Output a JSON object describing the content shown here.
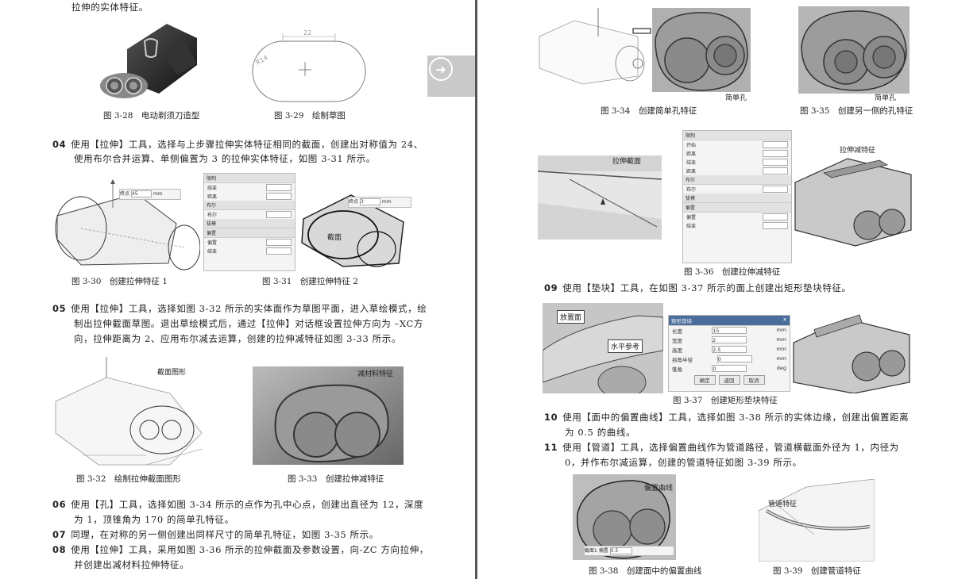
{
  "left": {
    "top_line": "拉伸的实体特征。",
    "fig_3_28": "图 3-28　电动剃须刀造型",
    "fig_3_29": "图 3-29　绘制草图",
    "sketch_dim_22": "22",
    "sketch_dim_r": "R14",
    "step04_num": "04",
    "step04_l1": "使用【拉伸】工具，选择与上步骤拉伸实体特征相同的截面，创建出对称值为 24、",
    "step04_l2": "使用布尔合并运算、单侧偏置为 3 的拉伸实体特征，如图 3-31 所示。",
    "fig_3_30": "图 3-30　创建拉伸特征 1",
    "fig_3_31": "图 3-31　创建拉伸特征 2",
    "callout_end_label": "终点",
    "callout_end_value": "45",
    "callout_end2_value": "3",
    "callout_unit": "mm",
    "label_jiemian": "截面",
    "step05_num": "05",
    "step05_l1": "使用【拉伸】工具，选择如图 3-32 所示的实体面作为草图平面，进入草绘模式，绘",
    "step05_l2": "制出拉伸截面草图。退出草绘模式后，通过【拉伸】对话框设置拉伸方向为 –XC方",
    "step05_l3": "向，拉伸距离为 2、应用布尔减去运算，创建的拉伸减特征如图 3-33 所示。",
    "label_section_shape": "截面图形",
    "label_reduce_material": "减材料特征",
    "fig_3_32": "图 3-32　绘制拉伸截面图形",
    "fig_3_33": "图 3-33　创建拉伸减特征",
    "step06_num": "06",
    "step06_l1": "使用【孔】工具，选择如图 3-34 所示的点作为孔中心点，创建出直径为 12，深度",
    "step06_l2": "为 1，顶锥角为 170 的简单孔特征。",
    "step07_num": "07",
    "step07_l1": "同理，在对称的另一侧创建出同样尺寸的简单孔特征，如图 3-35 所示。",
    "step08_num": "08",
    "step08_l1": "使用【拉伸】工具，采用如图 3-36 所示的拉伸截面及参数设置，向-ZC 方向拉伸，",
    "step08_l2": "并创建出减材料拉伸特征。"
  },
  "right": {
    "label_simple_hole_1": "简单孔",
    "label_simple_hole_2": "简单孔",
    "fig_3_34": "图 3-34　创建简单孔特征",
    "fig_3_35": "图 3-35　创建另一侧的孔特征",
    "label_extrude_section": "拉伸截面",
    "label_extrude_reduce": "拉伸减特征",
    "fig_3_36": "图 3-36　创建拉伸减特征",
    "step09_num": "09",
    "step09_l1": "使用【垫块】工具，在如图 3-37 所示的面上创建出矩形垫块特征。",
    "label_place_face": "放置面",
    "label_horizontal_ref": "水平参考",
    "dialog_title": "矩形垫块",
    "dialog_rows": [
      {
        "label": "长度",
        "value": "15",
        "unit": "mm"
      },
      {
        "label": "宽度",
        "value": "2",
        "unit": "mm"
      },
      {
        "label": "高度",
        "value": "2.5",
        "unit": "mm"
      },
      {
        "label": "拐角半径",
        "value": "0",
        "unit": "mm"
      },
      {
        "label": "锥角",
        "value": "0",
        "unit": "deg"
      }
    ],
    "dialog_buttons": [
      "确定",
      "返回",
      "取消"
    ],
    "fig_3_37": "图 3-37　创建矩形垫块特征",
    "step10_num": "10",
    "step10_l1": "使用【面中的偏置曲线】工具，选择如图 3-38 所示的实体边缘，创建出偏置距离",
    "step10_l2": "为 0.5 的曲线。",
    "step11_num": "11",
    "step11_l1": "使用【管道】工具，选择偏置曲线作为管道路径，管道横截面外径为 1，内径为",
    "step11_l2": "0，并作布尔减运算，创建的管道特征如图 3-39 所示。",
    "label_offset_curve": "偏置曲线",
    "label_pipe_feature": "管道特征",
    "offset_input_label": "截面1 偏置",
    "offset_input_value": "0.5",
    "fig_3_38": "图 3-38　创建面中的偏置曲线",
    "fig_3_39": "图 3-39　创建管道特征"
  }
}
